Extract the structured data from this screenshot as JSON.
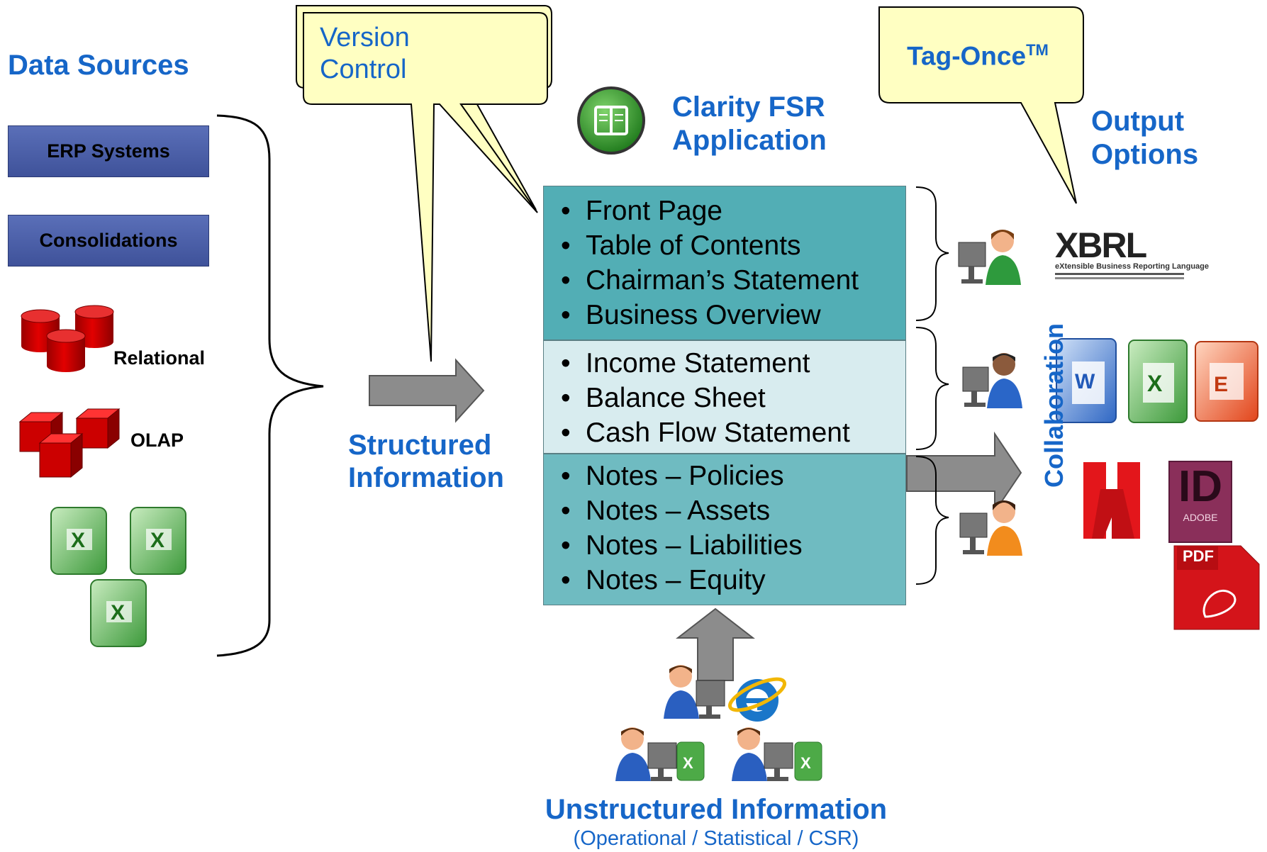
{
  "data_sources": {
    "title": "Data Sources",
    "items": [
      "ERP Systems",
      "Consolidations"
    ],
    "relational_label": "Relational",
    "olap_label": "OLAP"
  },
  "version_callout": {
    "line1": "Version",
    "line2": "Control"
  },
  "tag_callout": {
    "text": "Tag-Once",
    "superscript": "TM"
  },
  "app": {
    "line1": "Clarity FSR",
    "line2": "Application"
  },
  "structured": {
    "line1": "Structured",
    "line2": "Information"
  },
  "output": {
    "line1": "Output",
    "line2": "Options"
  },
  "collaboration_label": "Collaboration",
  "sections": [
    {
      "items": [
        "Front Page",
        "Table of Contents",
        "Chairman’s Statement",
        "Business Overview"
      ]
    },
    {
      "items": [
        "Income Statement",
        "Balance Sheet",
        "Cash Flow Statement"
      ]
    },
    {
      "items": [
        "Notes – Policies",
        "Notes – Assets",
        "Notes – Liabilities",
        "Notes – Equity"
      ]
    }
  ],
  "xbrl": {
    "logo": "XBRL",
    "tagline": "eXtensible Business Reporting Language"
  },
  "adobe_id": {
    "mark": "ID",
    "word": "ADOBE"
  },
  "pdf_label": "PDF",
  "unstructured": {
    "title": "Unstructured Information",
    "subtitle": "(Operational / Statistical / CSR)"
  },
  "colors": {
    "accent": "#1666c8",
    "teal": "#52aeb5",
    "light_teal": "#d8ecef",
    "callout": "#ffffc2",
    "source_box": "#4b5fa7",
    "cylinder": "#d40000"
  },
  "icons": [
    "book-app-icon",
    "excel-icon",
    "word-icon",
    "powerpoint-icon",
    "acrobat-icon",
    "pdf-file-icon",
    "indesign-icon",
    "user-at-computer-icon",
    "internet-explorer-icon",
    "database-cylinder-icon",
    "olap-cube-icon"
  ]
}
